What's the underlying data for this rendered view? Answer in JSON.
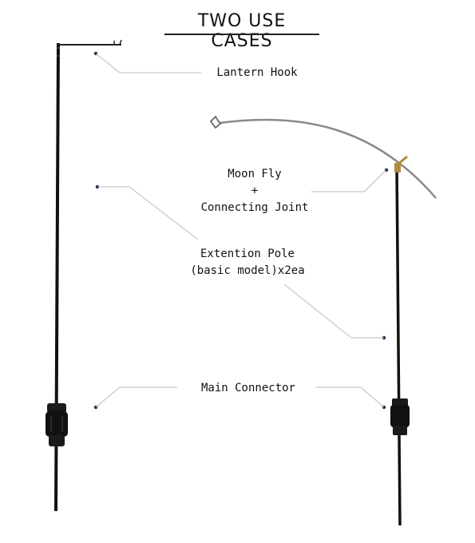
{
  "title": "TWO USE CASES",
  "labels": {
    "lantern_hook": "Lantern Hook",
    "moon_fly": [
      "Moon Fly",
      "+",
      "Connecting Joint"
    ],
    "extension_pole": [
      "Extention Pole",
      "(basic model)x2ea"
    ],
    "main_connector": "Main Connector"
  },
  "colors": {
    "pole": "#111111",
    "connector": "#1a1a1a",
    "moon_fly_arc": "#8a8a8a",
    "joint": "#b08a3c",
    "dot": "#1c2a4a",
    "leader_line": "#bbbbbb"
  }
}
